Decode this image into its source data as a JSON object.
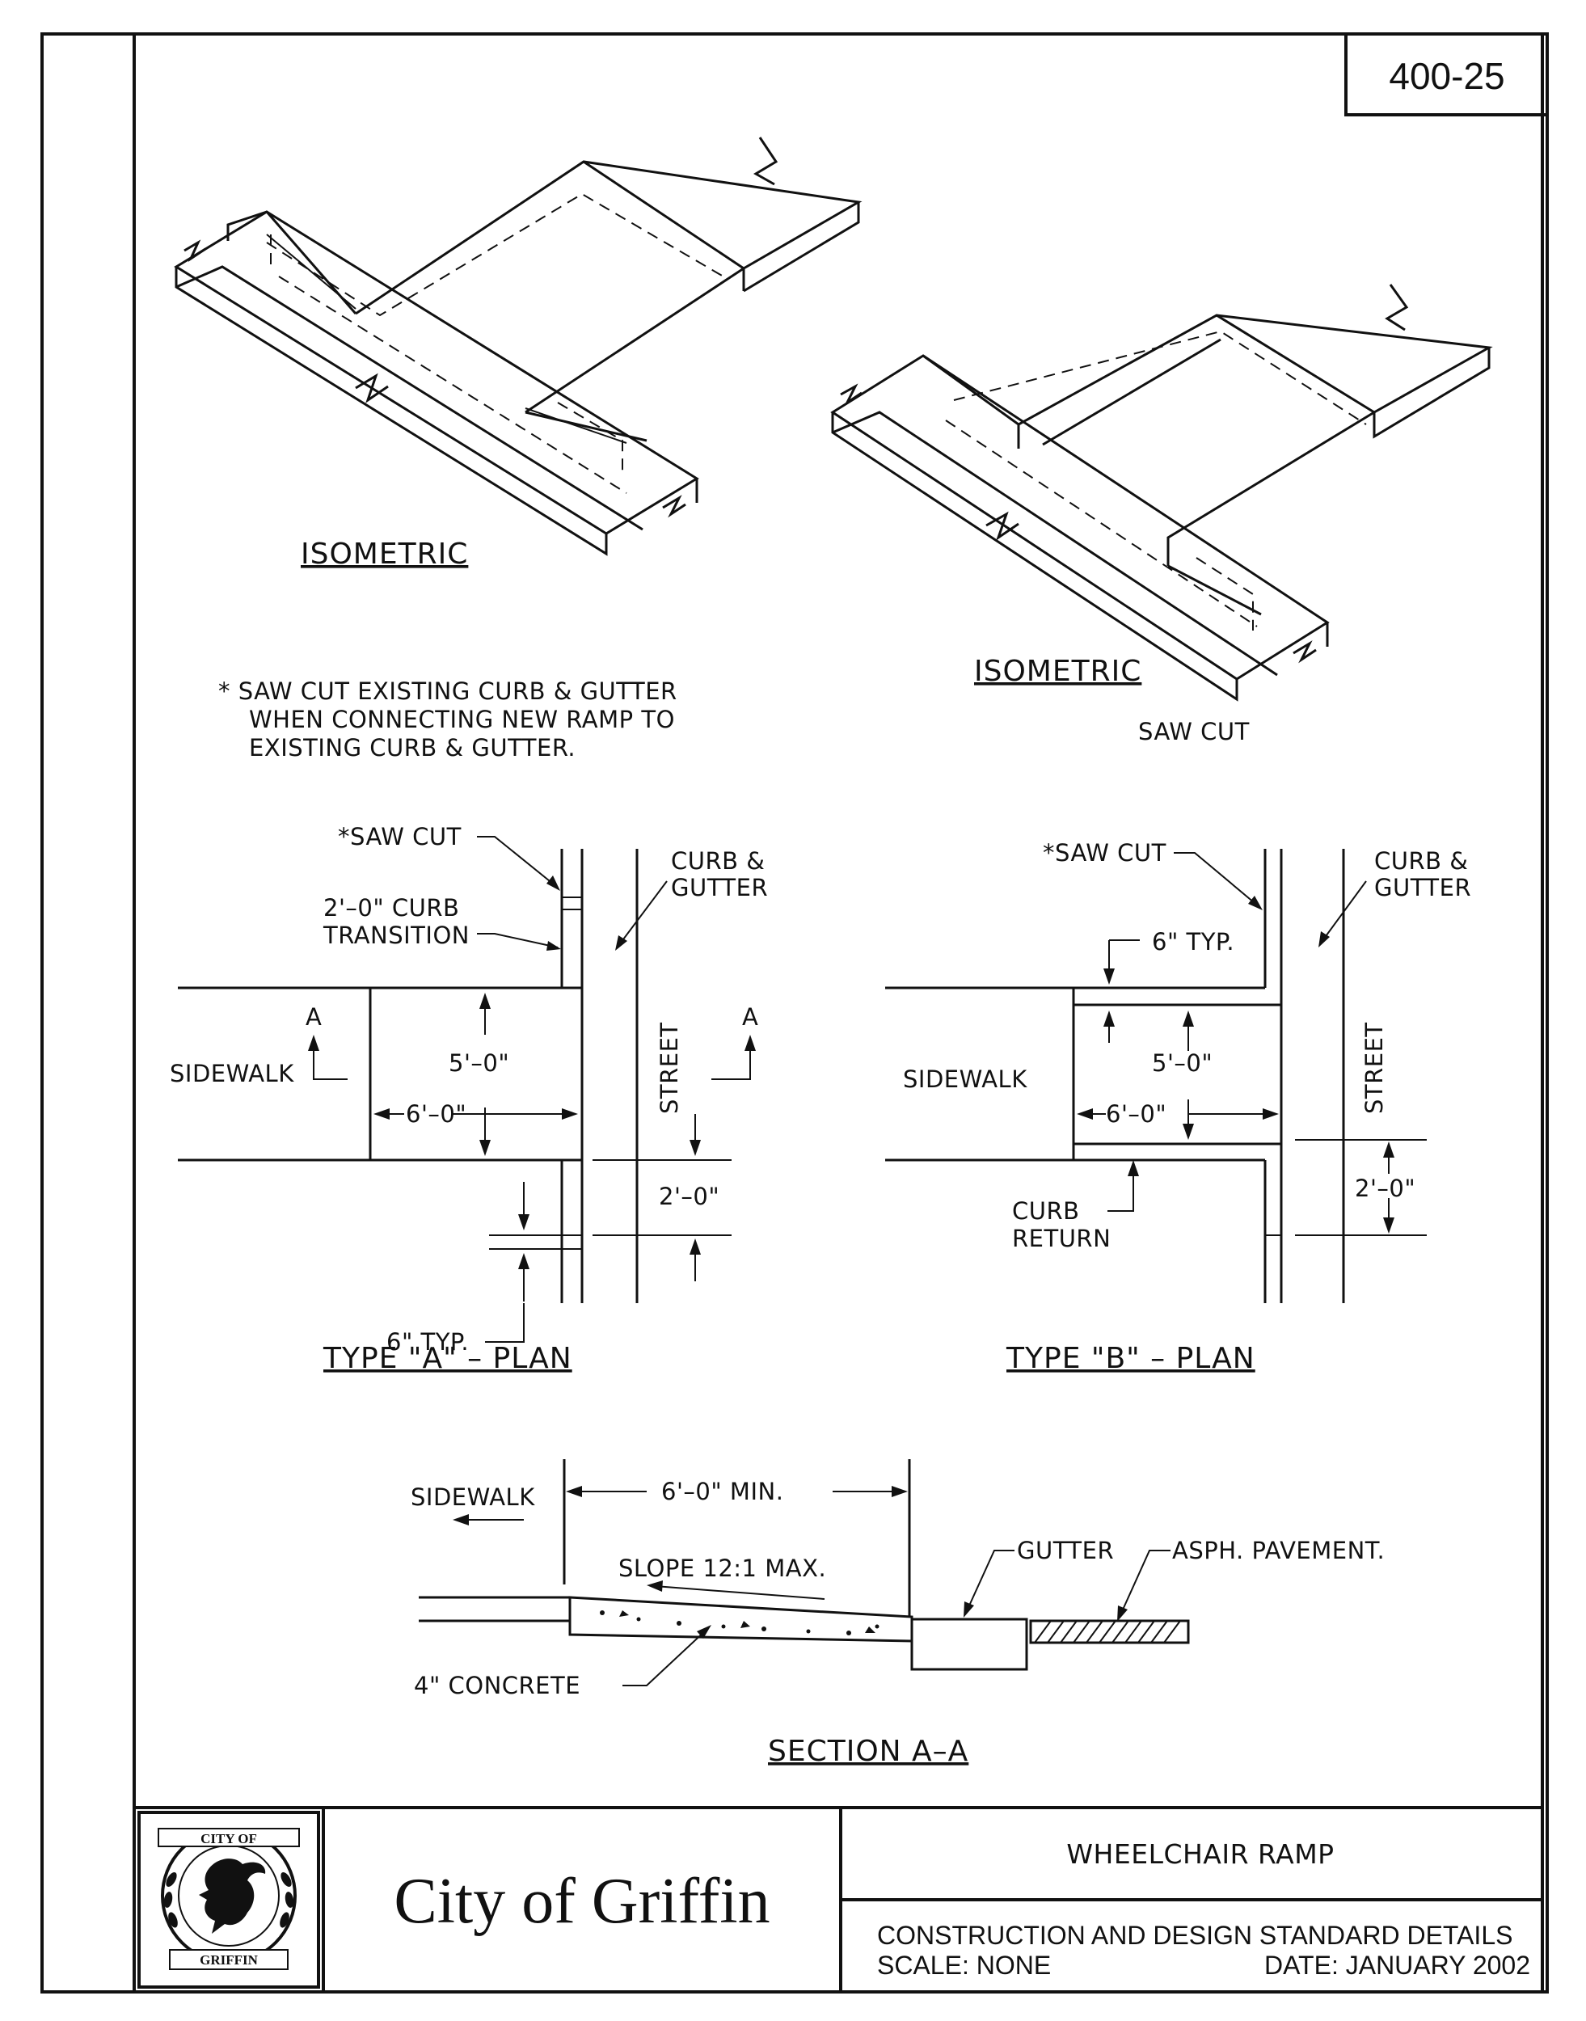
{
  "sheet": {
    "number": "400-25"
  },
  "isometric": {
    "left_title": "ISOMETRIC",
    "right_title": "ISOMETRIC",
    "right_note": "SAW CUT"
  },
  "general_note": {
    "line1": "* SAW CUT EXISTING CURB & GUTTER",
    "line2": "WHEN CONNECTING NEW RAMP TO",
    "line3": "EXISTING CURB & GUTTER."
  },
  "type_a": {
    "title": "TYPE \"A\" – PLAN",
    "saw_cut": "*SAW CUT",
    "curb_transition_1": "2'–0\" CURB",
    "curb_transition_2": "TRANSITION",
    "curb_gutter_1": "CURB &",
    "curb_gutter_2": "GUTTER",
    "sidewalk": "SIDEWALK",
    "street": "STREET",
    "section_marker_left": "A",
    "section_marker_right": "A",
    "dim_width": "5'–0\"",
    "dim_length": "6'–0\"",
    "dim_transition": "2'–0\"",
    "dim_typ": "6\" TYP."
  },
  "type_b": {
    "title": "TYPE \"B\" – PLAN",
    "saw_cut": "*SAW CUT",
    "curb_gutter_1": "CURB &",
    "curb_gutter_2": "GUTTER",
    "sidewalk": "SIDEWALK",
    "street": "STREET",
    "dim_typ": "6\" TYP.",
    "dim_width": "5'–0\"",
    "dim_length": "6'–0\"",
    "dim_transition": "2'–0\"",
    "curb_return_1": "CURB",
    "curb_return_2": "RETURN"
  },
  "section": {
    "title": "SECTION A–A",
    "sidewalk": "SIDEWALK",
    "dim_min": "6'–0\" MIN.",
    "slope": "SLOPE 12:1 MAX.",
    "gutter": "GUTTER",
    "pavement": "ASPH. PAVEMENT.",
    "concrete": "4\" CONCRETE"
  },
  "title_block": {
    "seal_top": "CITY OF",
    "seal_bottom": "GRIFFIN",
    "organization": "City of Griffin",
    "drawing_title": "WHEELCHAIR RAMP",
    "series": "CONSTRUCTION AND DESIGN STANDARD DETAILS",
    "scale": "SCALE: NONE",
    "date": "DATE: JANUARY 2002"
  }
}
